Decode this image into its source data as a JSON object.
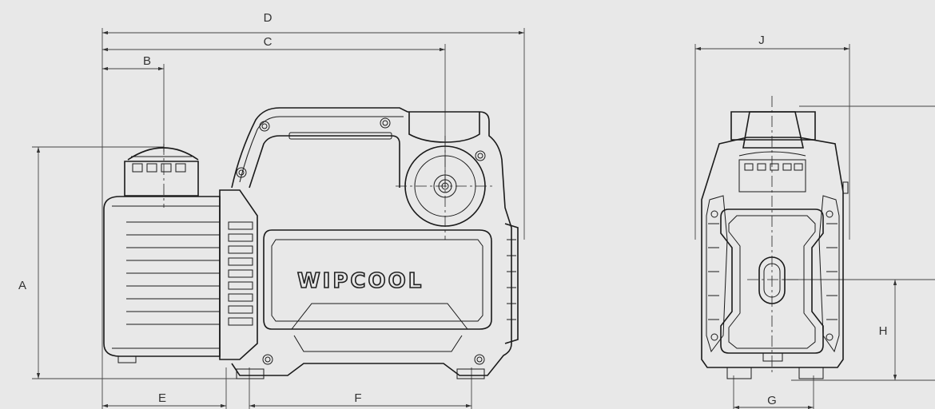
{
  "dimensions": {
    "a": "A",
    "b": "B",
    "c": "C",
    "d": "D",
    "e": "E",
    "f": "F",
    "g": "G",
    "h": "H",
    "j": "J"
  },
  "brand": "WIPCOOL",
  "colors": {
    "background": "#e8e8e8",
    "line": "#1a1a1a"
  }
}
